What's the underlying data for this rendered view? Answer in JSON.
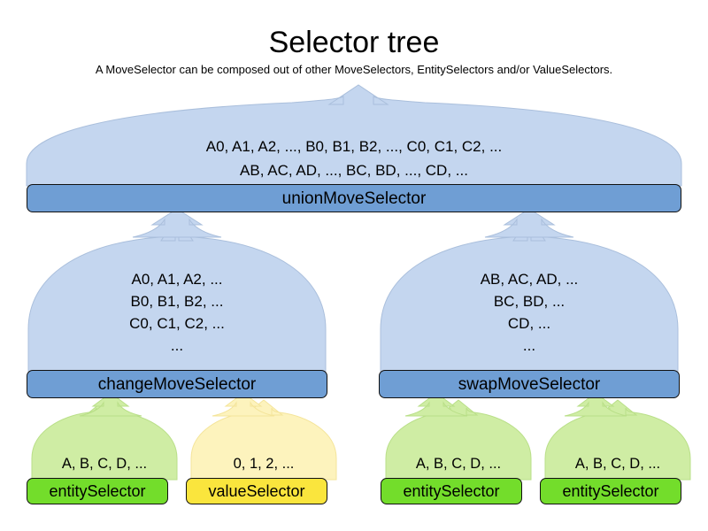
{
  "header": {
    "title": "Selector tree",
    "subtitle": "A MoveSelector can be composed out of other MoveSelectors, EntitySelectors and/or ValueSelectors."
  },
  "colors": {
    "background": "#ffffff",
    "move_balloon_fill": "#c4d6ef",
    "move_balloon_stroke": "#aabfdc",
    "move_bar_fill": "#6f9ed4",
    "entity_balloon_fill": "#cfeda4",
    "entity_balloon_stroke": "#b9df88",
    "entity_bar_fill": "#73dd2b",
    "value_balloon_fill": "#fdf3bd",
    "value_balloon_stroke": "#f4e49a",
    "value_bar_fill": "#fae53d",
    "bar_stroke": "#111111",
    "text": "#000000"
  },
  "nodes": {
    "union": {
      "label": "unionMoveSelector",
      "kind": "move",
      "lines": [
        "A0, A1, A2, ..., B0, B1, B2, ..., C0, C1, C2, ...",
        "AB, AC, AD, ..., BC, BD, ..., CD, ..."
      ]
    },
    "change": {
      "label": "changeMoveSelector",
      "kind": "move",
      "lines": [
        "A0, A1, A2, ...",
        "B0, B1, B2, ...",
        "C0, C1, C2, ...",
        "..."
      ]
    },
    "swap": {
      "label": "swapMoveSelector",
      "kind": "move",
      "lines": [
        "AB, AC, AD, ...",
        "BC, BD, ...",
        "CD, ...",
        "..."
      ]
    },
    "change_entity": {
      "label": "entitySelector",
      "kind": "entity",
      "lines": [
        "A, B, C, D, ..."
      ]
    },
    "change_value": {
      "label": "valueSelector",
      "kind": "value",
      "lines": [
        "0, 1, 2, ..."
      ]
    },
    "swap_entity_left": {
      "label": "entitySelector",
      "kind": "entity",
      "lines": [
        "A, B, C, D, ..."
      ]
    },
    "swap_entity_right": {
      "label": "entitySelector",
      "kind": "entity",
      "lines": [
        "A, B, C, D, ..."
      ]
    }
  },
  "edges": [
    {
      "from": "change",
      "to": "union",
      "kind": "move"
    },
    {
      "from": "swap",
      "to": "union",
      "kind": "move"
    },
    {
      "from": "change_entity",
      "to": "change",
      "kind": "entity"
    },
    {
      "from": "change_value",
      "to": "change",
      "kind": "value"
    },
    {
      "from": "swap_entity_left",
      "to": "swap",
      "kind": "entity"
    },
    {
      "from": "swap_entity_right",
      "to": "swap",
      "kind": "entity"
    }
  ]
}
